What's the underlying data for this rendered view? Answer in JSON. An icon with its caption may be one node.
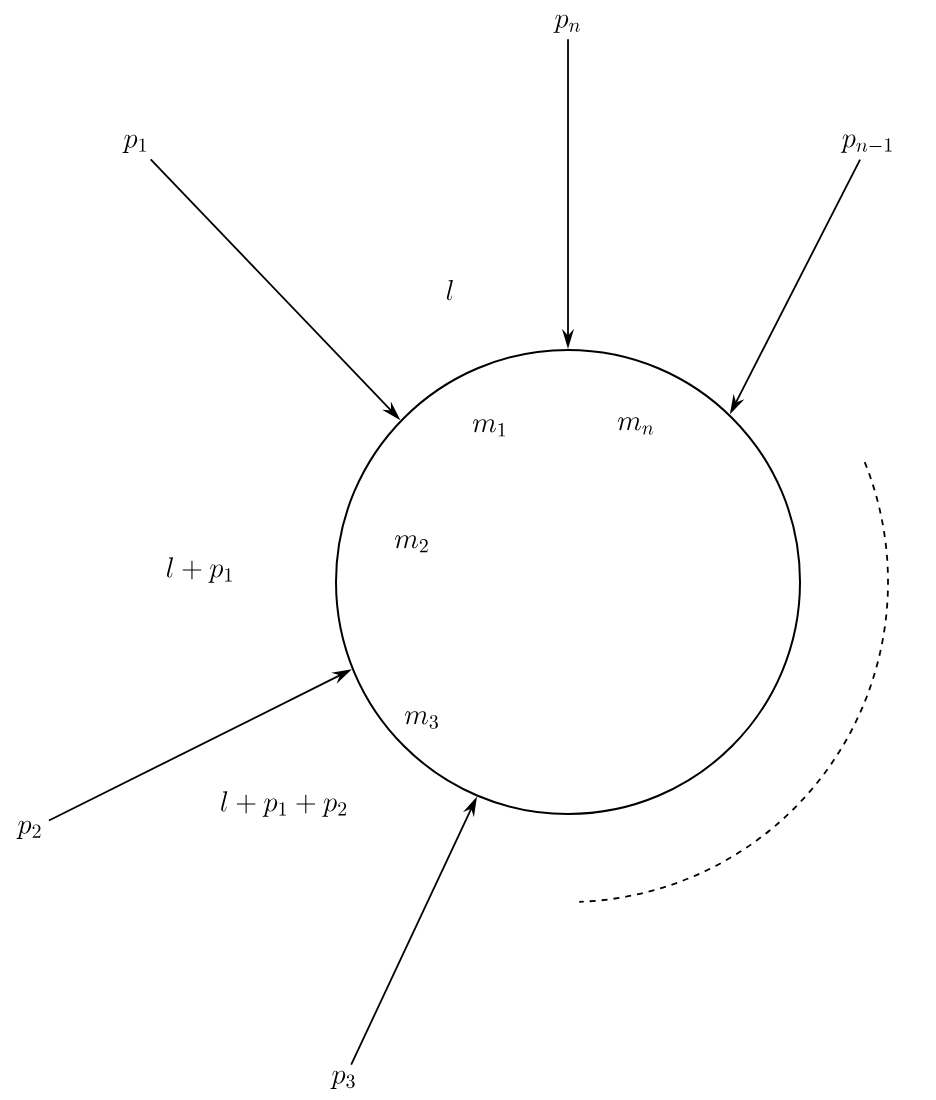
{
  "diagram": {
    "nodes": [
      {
        "text": [],
        "shape": "circle"
      },
      {
        "text": [
          "p_1"
        ]
      },
      {
        "text": [
          "p_n"
        ]
      },
      {
        "text": [
          "p_{n-1}"
        ]
      },
      {
        "text": [
          "p_2"
        ]
      },
      {
        "text": [
          "p_3"
        ]
      }
    ],
    "edges": [
      {
        "from": 1,
        "to": 0,
        "arrow": "to"
      },
      {
        "from": 2,
        "to": 0,
        "arrow": "to"
      },
      {
        "from": 3,
        "to": 0,
        "arrow": "to"
      },
      {
        "from": 4,
        "to": 0,
        "arrow": "to"
      },
      {
        "from": 5,
        "to": 0,
        "arrow": "to"
      }
    ],
    "labels": [
      "l",
      "m_1",
      "m_n",
      "l+p_1",
      "m_2",
      "m_3",
      "l+p_1+p_2"
    ]
  }
}
